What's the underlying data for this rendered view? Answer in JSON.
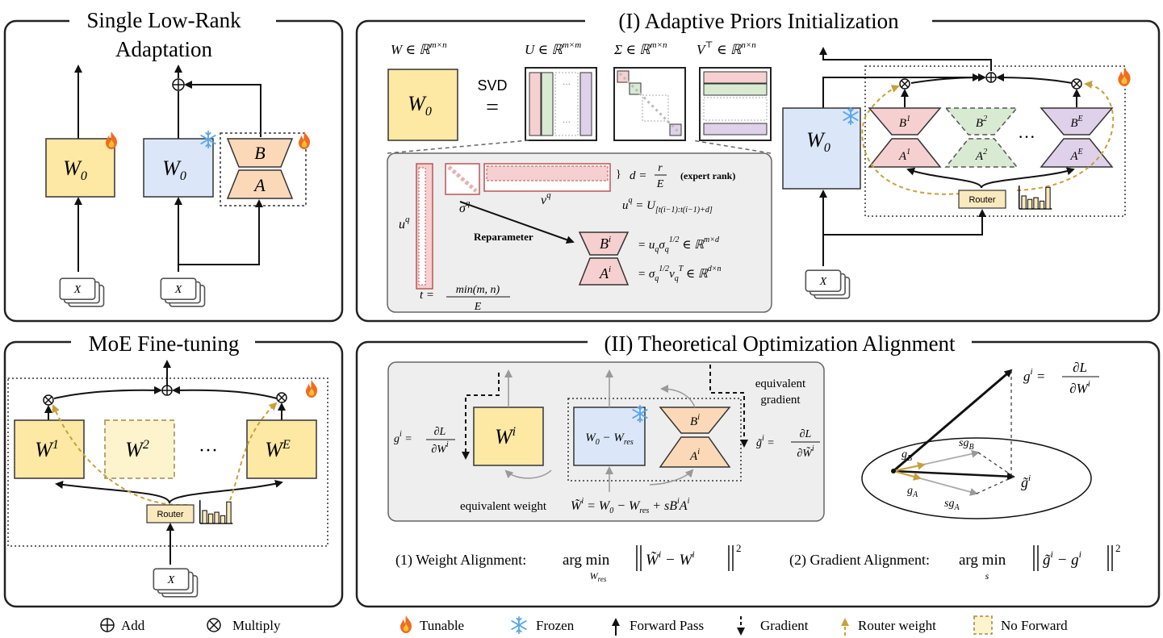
{
  "colors": {
    "yellow_block": "#fde8a4",
    "yellow_light": "#fdf3cc",
    "blue_block": "#dbe7f9",
    "lora_orange": "#fbd9b8",
    "red_expert": "#f6d0d0",
    "green_expert": "#d9ead3",
    "purple_expert": "#dfd1ea",
    "router_fill": "#fbe9be",
    "router_arrow": "#c8a03a",
    "gray_panel": "#eeeeee"
  },
  "panel_single": {
    "title_line1": "Single Low-Rank",
    "title_line2": "Adaptation",
    "w0_yellow": "W",
    "w0_yellow_sub": "0",
    "w0_blue": "W",
    "w0_blue_sub": "0",
    "lora_b": "B",
    "lora_a": "A",
    "input_left": "X",
    "input_right": "X",
    "icons": [
      "fire-icon",
      "snowflake-icon",
      "fire-icon"
    ]
  },
  "panel_moe": {
    "title": "MoE Fine-tuning",
    "expert1": "W",
    "expert1_sup": "1",
    "expert2": "W",
    "expert2_sup": "2",
    "expertE": "W",
    "expertE_sup": "E",
    "dots": "···",
    "router": "Router",
    "input": "X"
  },
  "panel_init": {
    "title": "(I) Adaptive Priors Initialization",
    "w_label": "W ∈ ℝ",
    "w_label_sup": "m×n",
    "u_label": "U ∈ ℝ",
    "u_label_sup": "m×m",
    "s_label": "Σ ∈ ℝ",
    "s_label_sup": "m×n",
    "v_label": "V",
    "v_label_mid": " ∈ ℝ",
    "v_label_sup": "n×n",
    "v_top": "⊤",
    "w0": "W",
    "w0_sub": "0",
    "svd": "SVD",
    "eq": "=",
    "uq": "u",
    "uq_sup": "q",
    "sigq": "σ",
    "sigq_sup": "q",
    "vq": "v",
    "vq_sup": "q",
    "d_eq": "d =",
    "d_num": "r",
    "d_den": "E",
    "expert_rank": "(expert rank)",
    "uq_eq": "u",
    "uq_eq_rest": " = U",
    "uq_eq_sub": "[t(i−1):t(i−1)+d]",
    "reparam": "Reparameter",
    "bi_eq": "= u",
    "bi_eq_rest": "σ",
    "bi_eq_tail": " ∈ ℝ",
    "bi_eq_sup": "m×d",
    "ai_eq": "= σ",
    "ai_eq_tail": " ∈ ℝ",
    "ai_eq_sup": "d×n",
    "half": "1/2",
    "t_eq": "t =",
    "t_num": "min(m, n)",
    "t_den": "E",
    "moe_w0": "W",
    "moe_w0_sub": "0",
    "b1": "B",
    "b1_sup": "1",
    "a1": "A",
    "a1_sup": "1",
    "b2": "B",
    "b2_sup": "2",
    "a2": "A",
    "a2_sup": "2",
    "bE": "B",
    "bE_sup": "E",
    "aE": "A",
    "aE_sup": "E",
    "dots": "···",
    "router": "Router",
    "input": "X",
    "bi": "B",
    "bi_sup": "i",
    "ai": "A",
    "ai_sup": "i"
  },
  "panel_align": {
    "title": "(II) Theoretical Optimization Alignment",
    "wi": "W",
    "wi_sup": "i",
    "w0_minus": "W",
    "w0_minus_mid": "0",
    "w0_minus_rest": " − W",
    "w0_minus_sub": "res",
    "bi": "B",
    "bi_sup": "i",
    "ai": "A",
    "ai_sup": "i",
    "gi_left": "g",
    "gi_left_sup": "i",
    "dL": "∂L",
    "dW": "∂W",
    "dW_sup": "i",
    "equivalent_gradient_1": "equivalent",
    "equivalent_gradient_2": "gradient",
    "gt_right": "g̃",
    "gt_right_sup": "i",
    "dWt": "∂W̃",
    "dWt_sup": "i",
    "equivalent_weight": "equivalent weight",
    "eq_weight_formula": "W̃",
    "eq_weight_sup": "i",
    "eq_weight_rest": " = W",
    "eq_weight_sub0": "0",
    "eq_weight_rest2": " − W",
    "eq_weight_subres": "res",
    "eq_weight_rest3": " + sB",
    "eq_weight_supB": "i",
    "eq_weight_rest4": "A",
    "eq_weight_supA": "i",
    "vec_gi": "g",
    "vec_gi_sup": "i",
    "vec_gi_eq": " = ",
    "vec_dL": "∂L",
    "vec_dW": "∂W",
    "vec_dW_sup": "i",
    "gB": "g",
    "gB_sub": "B",
    "sgB": "sg",
    "sgB_sub": "B",
    "gA": "g",
    "gA_sub": "A",
    "sgA": "sg",
    "sgA_sub": "A",
    "gtilde": "g̃",
    "gtilde_sup": "i",
    "wa_label": "(1) Weight Alignment:",
    "wa_argmin": "arg min",
    "wa_sub": "W",
    "wa_sub2": "res",
    "wa_norm": "W̃",
    "wa_norm_sup": "i",
    "wa_norm_rest": " − W",
    "wa_norm_sup2": "i",
    "wa_pow": "2",
    "ga_label": "(2) Gradient Alignment:",
    "ga_argmin": "arg min",
    "ga_sub": "s",
    "ga_norm": "g̃",
    "ga_norm_sup": "i",
    "ga_norm_rest": " − g",
    "ga_norm_sup2": "i",
    "ga_pow": "2"
  },
  "legend": {
    "add": "Add",
    "multiply": "Multiply",
    "tunable": "Tunable",
    "frozen": "Frozen",
    "forward": "Forward Pass",
    "gradient": "Gradient",
    "router_weight": "Router weight",
    "no_forward": "No Forward"
  }
}
